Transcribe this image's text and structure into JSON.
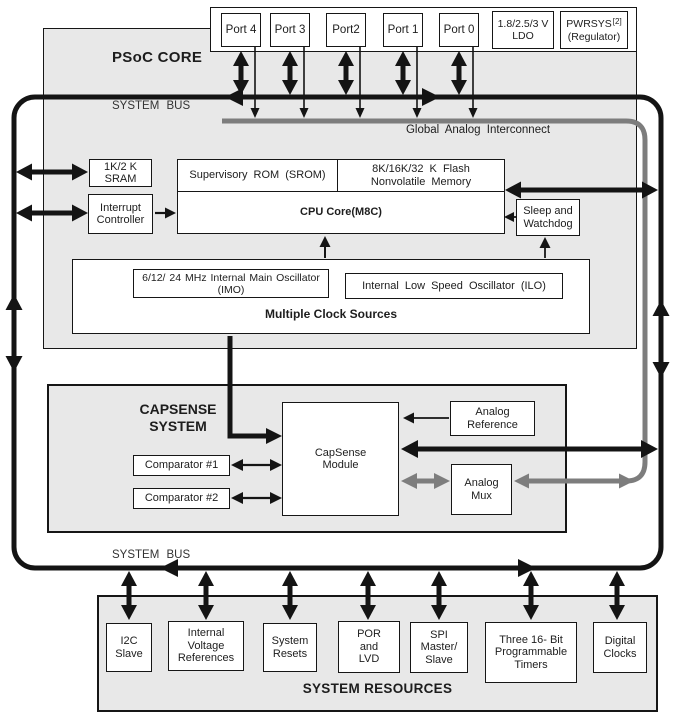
{
  "colors": {
    "box_fill": "#e8e8e8",
    "line_black": "#141414",
    "analog_line_gray": "#7d7d7d"
  },
  "ports_row": {
    "items": [
      {
        "label": "Port 4"
      },
      {
        "label": "Port 3"
      },
      {
        "label": "Port2"
      },
      {
        "label": "Port 1"
      },
      {
        "label": "Port 0"
      }
    ],
    "ldo": {
      "line1": "1.8/2.5/3 V",
      "line2": "LDO"
    },
    "pwrsys": {
      "name": "PWRSYS",
      "footnote": "[2]",
      "line2": "(Regulator)"
    }
  },
  "psoc_core": {
    "title": "PSoC CORE",
    "system_bus": "SYSTEM BUS",
    "global_analog_interconnect": "Global Analog Interconnect",
    "sram": {
      "line1": "1K/2 K",
      "line2": "SRAM"
    },
    "interrupt_controller": {
      "line1": "Interrupt",
      "line2": "Controller"
    },
    "srom": "Supervisory ROM (SROM)",
    "flash": {
      "line1": "8K/16K/32 K Flash",
      "line2": "Nonvolatile Memory"
    },
    "cpu": "CPU Core(M8C)",
    "sleep_watchdog": {
      "line1": "Sleep and",
      "line2": "Watchdog"
    },
    "clocks": {
      "imo": {
        "line1": "6/12/ 24 MHz Internal Main Oscillator",
        "line2": "(IMO)"
      },
      "ilo": "Internal Low Speed Oscillator (ILO)",
      "container_label": "Multiple Clock Sources"
    }
  },
  "capsense": {
    "title": {
      "line1": "CAPSENSE",
      "line2": "SYSTEM"
    },
    "comparator1": "Comparator #1",
    "comparator2": "Comparator #2",
    "module": {
      "line1": "CapSense",
      "line2": "Module"
    },
    "analog_reference": {
      "line1": "Analog",
      "line2": "Reference"
    },
    "analog_mux": {
      "line1": "Analog",
      "line2": "Mux"
    }
  },
  "bottom": {
    "system_bus": "SYSTEM BUS",
    "resources_title": "SYSTEM RESOURCES",
    "boxes": [
      {
        "lines": [
          "I2C",
          "Slave"
        ]
      },
      {
        "lines": [
          "Internal",
          "Voltage",
          "References"
        ]
      },
      {
        "lines": [
          "System",
          "Resets"
        ]
      },
      {
        "lines": [
          "POR",
          "and",
          "LVD"
        ]
      },
      {
        "lines": [
          "SPI",
          "Master/",
          "Slave"
        ]
      },
      {
        "lines": [
          "Three 16- Bit",
          "Programmable",
          "Timers"
        ]
      },
      {
        "lines": [
          "Digital",
          "Clocks"
        ]
      }
    ]
  }
}
